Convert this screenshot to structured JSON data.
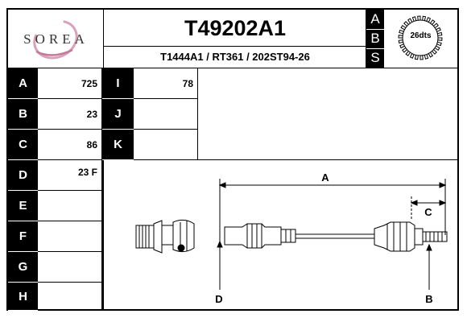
{
  "header": {
    "brand": "SOREA",
    "part_number": "T49202A1",
    "cross_references": "T1444A1 / RT361 / 202ST94-26",
    "abs_letters": [
      "A",
      "B",
      "S"
    ],
    "teeth_label": "26dts"
  },
  "specs_left": [
    {
      "letter": "A",
      "value": "725"
    },
    {
      "letter": "B",
      "value": "23"
    },
    {
      "letter": "C",
      "value": "86"
    },
    {
      "letter": "D",
      "value": "23 F"
    },
    {
      "letter": "E",
      "value": ""
    },
    {
      "letter": "F",
      "value": ""
    },
    {
      "letter": "G",
      "value": ""
    },
    {
      "letter": "H",
      "value": ""
    }
  ],
  "specs_right": [
    {
      "letter": "I",
      "value": "78"
    },
    {
      "letter": "J",
      "value": ""
    },
    {
      "letter": "K",
      "value": ""
    }
  ],
  "drawing_labels": {
    "overall_length": "A",
    "spline_end": "B",
    "outer_length": "C",
    "inner_joint": "D"
  },
  "colors": {
    "ink": "#000000",
    "logo_swoosh": "#d9a0b8"
  }
}
